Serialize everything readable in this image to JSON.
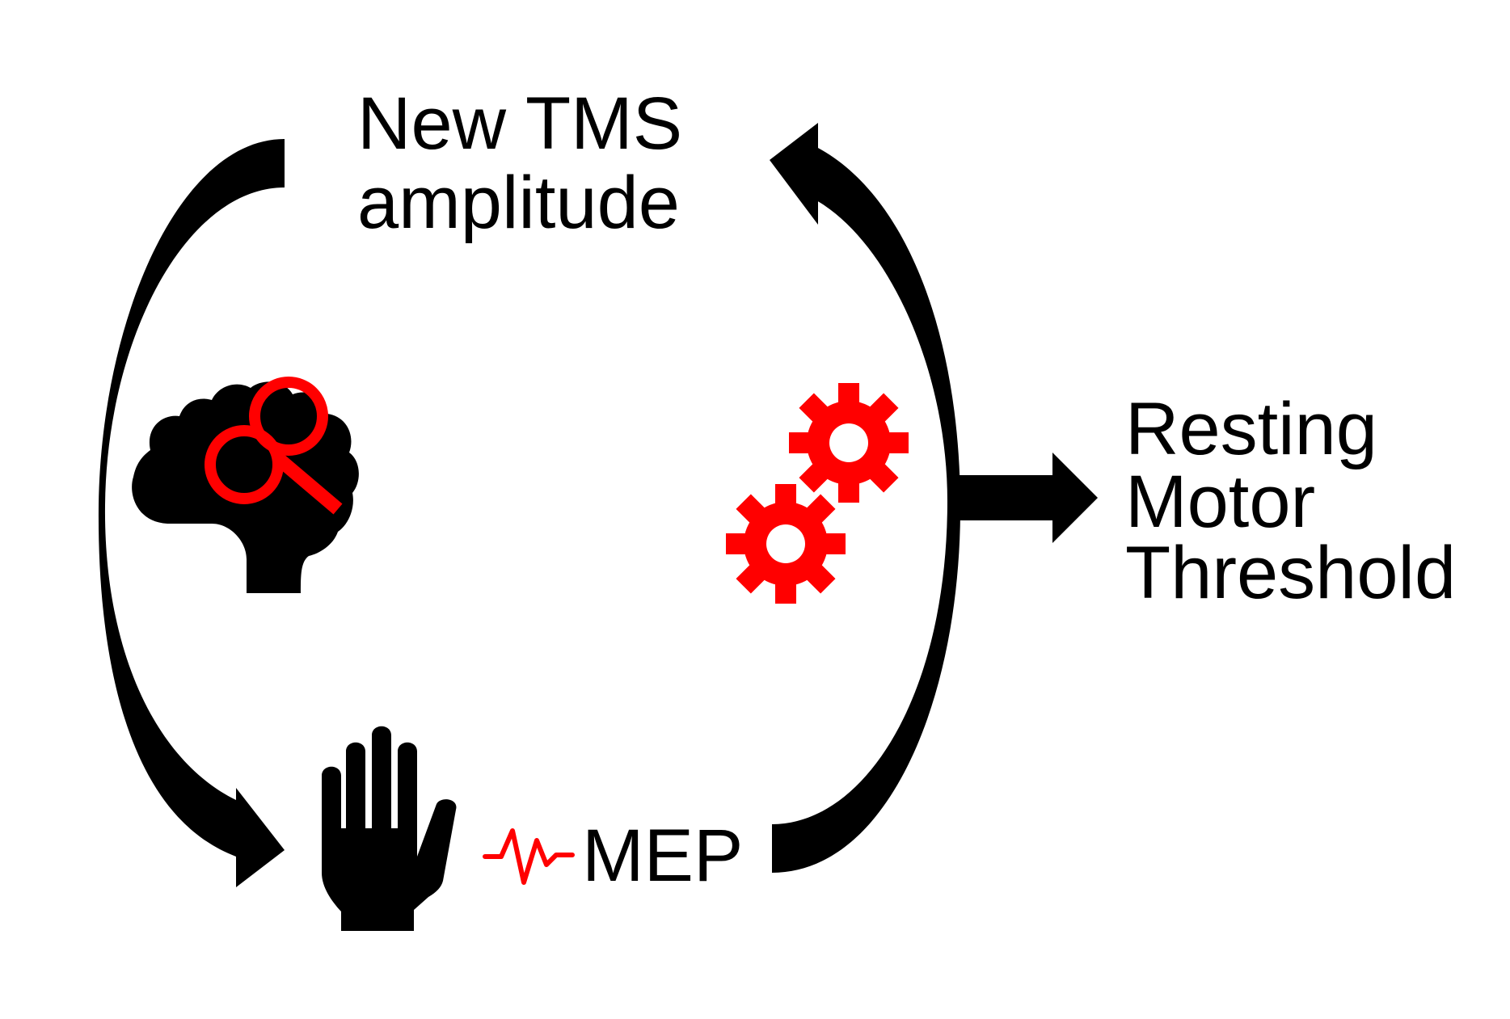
{
  "labels": {
    "new_tms_line1": "New TMS",
    "new_tms_line2": "amplitude",
    "resting": "Resting",
    "motor": "Motor",
    "threshold": "Threshold",
    "mep": "MEP"
  },
  "icons": {
    "brain": "brain-with-tms-coil-icon",
    "gears": "gears-icon",
    "hand": "hand-icon",
    "mep_signal": "mep-waveform-icon"
  },
  "colors": {
    "primary": "#000000",
    "accent": "#ff0000",
    "background": "#ffffff"
  }
}
